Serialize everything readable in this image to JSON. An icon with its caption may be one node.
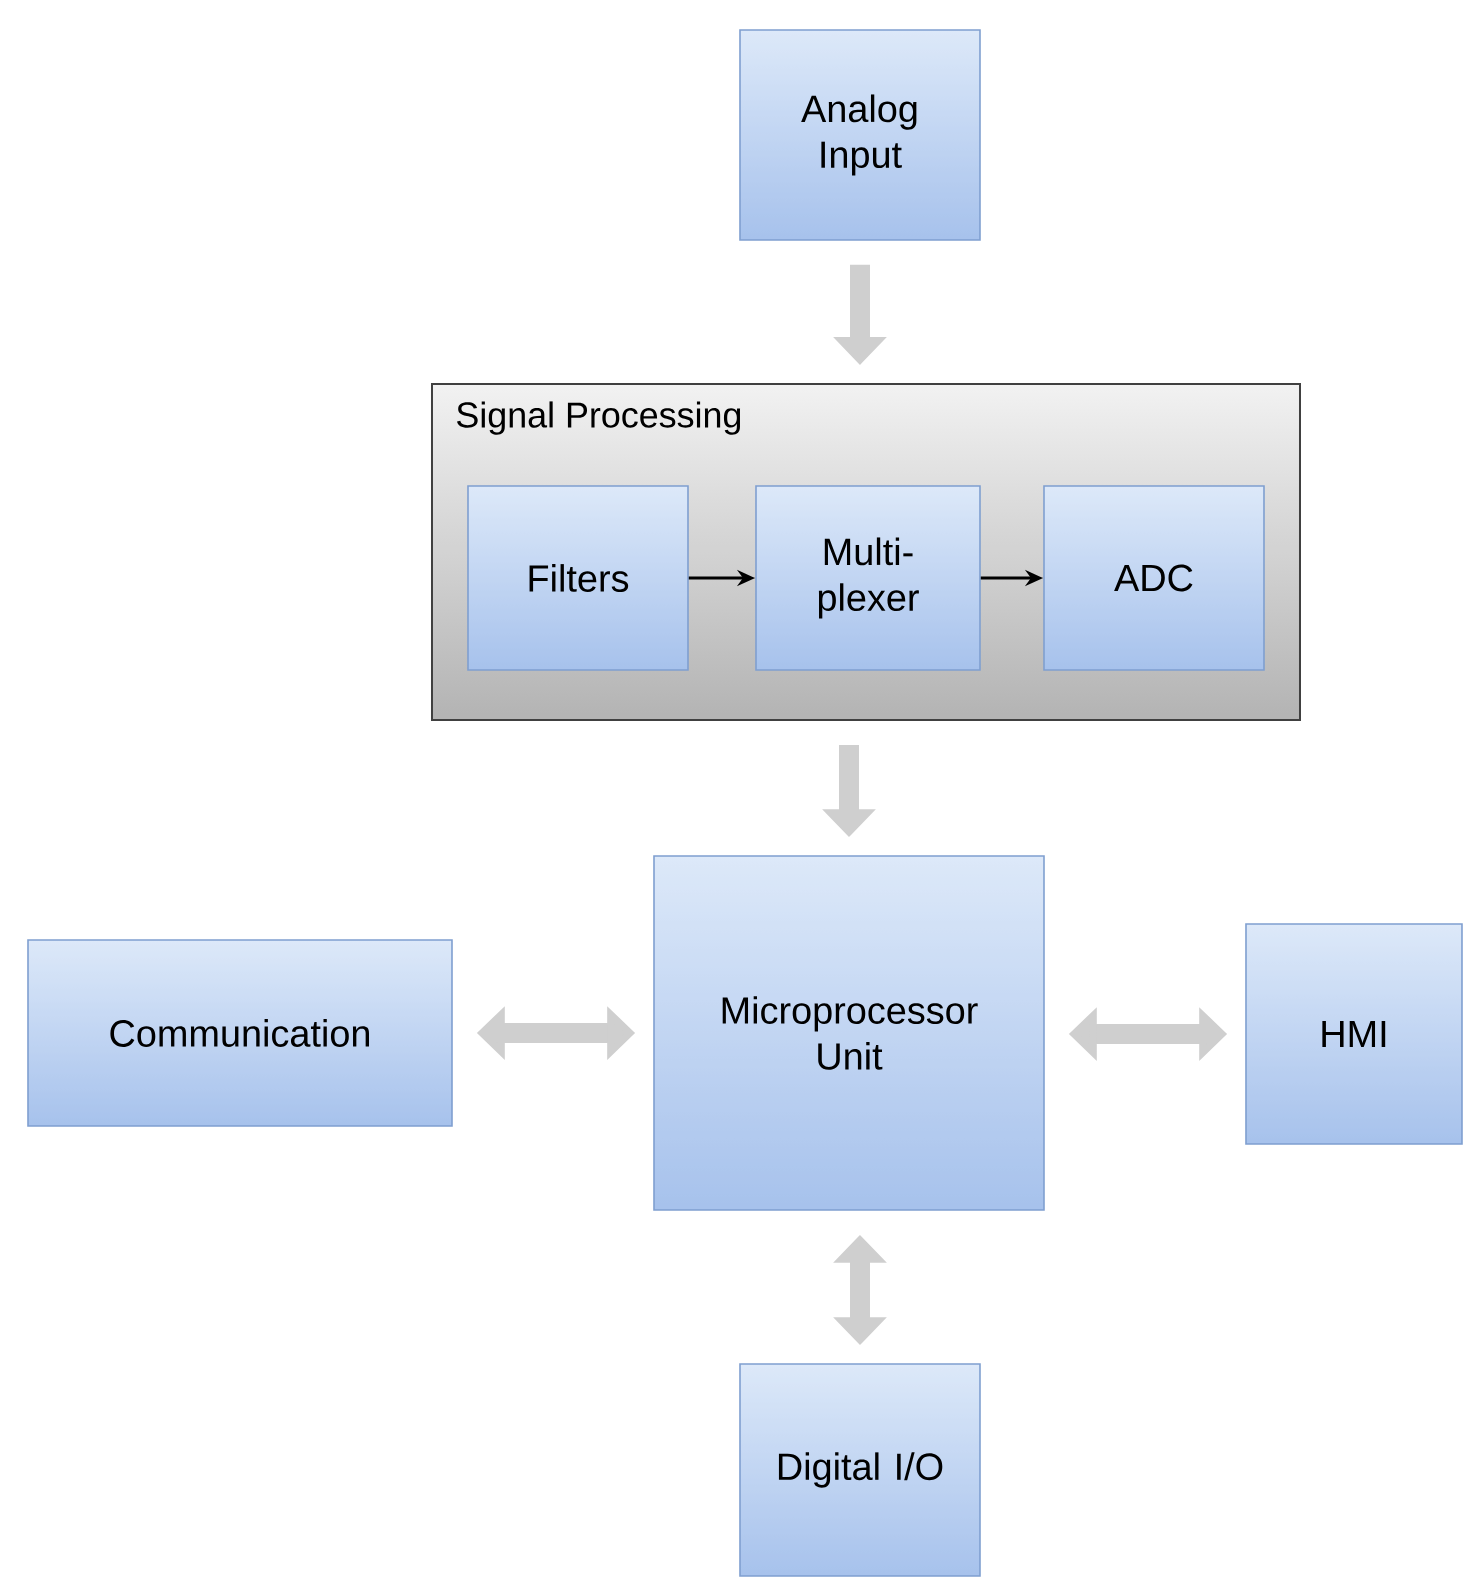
{
  "diagram": {
    "nodes": [
      {
        "text": [
          "Analog Input"
        ]
      },
      {
        "text": [
          "Signal Processing"
        ]
      },
      {
        "text": [
          "Filters"
        ],
        "in": 1
      },
      {
        "text": [
          "Multi- plexer"
        ],
        "in": 1
      },
      {
        "text": [
          "ADC"
        ],
        "in": 1
      },
      {
        "text": [
          "Communication"
        ]
      },
      {
        "text": [
          "Microprocessor Unit"
        ]
      },
      {
        "text": [
          "HMI"
        ]
      },
      {
        "text": [
          "Digital I/O"
        ]
      }
    ],
    "edges": [
      {
        "from": 0,
        "to": 1,
        "arrow": "to"
      },
      {
        "from": 2,
        "to": 3,
        "arrow": "to",
        "color": "#000000"
      },
      {
        "from": 3,
        "to": 4,
        "arrow": "to",
        "color": "#000000"
      },
      {
        "from": 1,
        "to": 6,
        "arrow": "to"
      },
      {
        "from": 5,
        "to": 6,
        "arrow": "both"
      },
      {
        "from": 6,
        "to": 7,
        "arrow": "both"
      },
      {
        "from": 6,
        "to": 8,
        "arrow": "both"
      }
    ]
  }
}
